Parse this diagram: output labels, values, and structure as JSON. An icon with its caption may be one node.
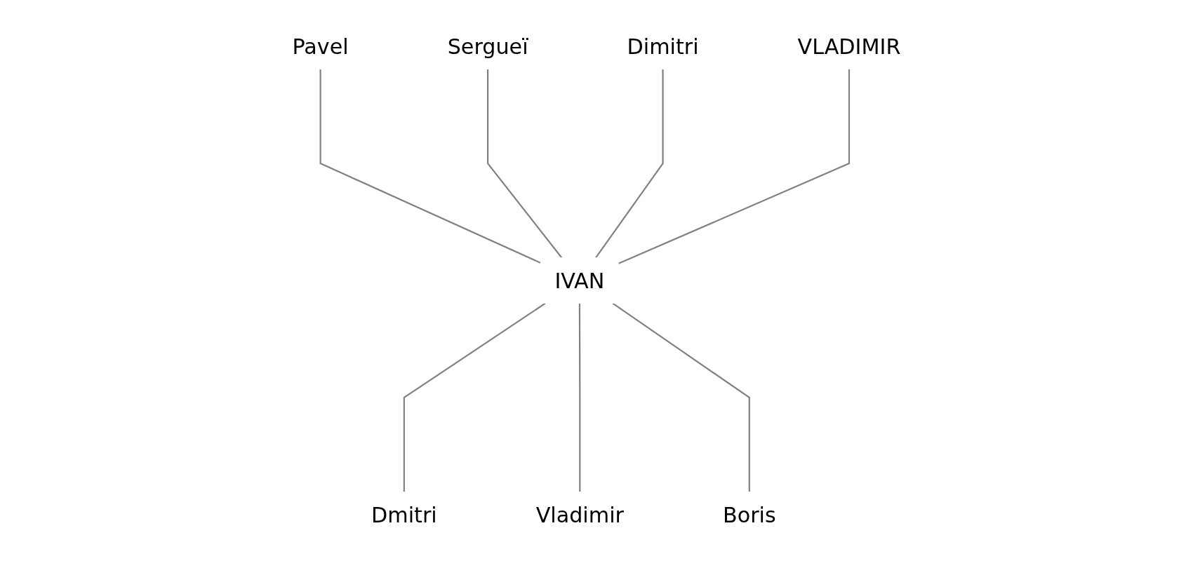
{
  "diagram": {
    "nodes": [
      {
        "text": [
          "Pavel"
        ]
      },
      {
        "text": [
          "Sergueï"
        ]
      },
      {
        "text": [
          "Dimitri"
        ]
      },
      {
        "text": [
          "VLADIMIR"
        ]
      },
      {
        "text": [
          "IVAN"
        ]
      },
      {
        "text": [
          "Dmitri"
        ]
      },
      {
        "text": [
          "Vladimir"
        ]
      },
      {
        "text": [
          "Boris"
        ]
      }
    ],
    "edges": [
      {
        "from": 0,
        "to": 4,
        "arrow": "none"
      },
      {
        "from": 1,
        "to": 4,
        "arrow": "none"
      },
      {
        "from": 2,
        "to": 4,
        "arrow": "none"
      },
      {
        "from": 3,
        "to": 4,
        "arrow": "none"
      },
      {
        "from": 4,
        "to": 5,
        "arrow": "none"
      },
      {
        "from": 4,
        "to": 6,
        "arrow": "none"
      },
      {
        "from": 4,
        "to": 7,
        "arrow": "none"
      }
    ]
  }
}
